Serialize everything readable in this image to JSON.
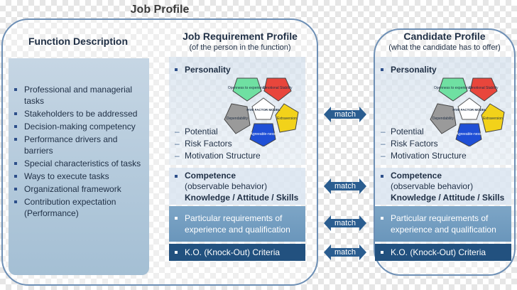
{
  "title": "Job Profile",
  "function_description": {
    "title": "Function Description",
    "items": [
      "Professional and managerial tasks",
      "Stakeholders to be addressed",
      "Decision-making competency",
      "Performance drivers and barriers",
      "Special characteristics of tasks",
      "Ways to execute tasks",
      "Organizational framework",
      "Contribution expectation (Performance)"
    ]
  },
  "job_requirement": {
    "title": "Job Requirement Profile",
    "subtitle": "(of the person in the function)"
  },
  "candidate": {
    "title": "Candidate Profile",
    "subtitle": "(what the candidate has to offer)"
  },
  "sections": {
    "personality": "Personality",
    "potential": "Potential",
    "risk_factors": "Risk Factors",
    "motivation": "Motivation Structure",
    "competence": "Competence",
    "competence_sub": "(observable behavior)",
    "knowledge": "Knowledge / Attitude / Skills",
    "particular": "Particular requirements of experience and qualification",
    "ko": "K.O. (Knock-Out) Criteria"
  },
  "ffm": {
    "center": "FIVE FACTOR MODEL",
    "openness": "Openness to experience",
    "stability": "Emotional Stability",
    "extraversion": "Extraversion",
    "agreeableness": "Agreeable-ness",
    "dependability": "Dependability",
    "colors": {
      "openness": "#6fe0a2",
      "stability": "#e8463c",
      "extraversion": "#f2d21a",
      "agreeableness": "#1f4fd6",
      "dependability": "#9a9a9a"
    }
  },
  "match_label": "match",
  "colors": {
    "frame": "#6d8fb5",
    "dark_section": "#22517f",
    "medium_section": "#6a96bb",
    "arrow": "#2a5d90"
  }
}
